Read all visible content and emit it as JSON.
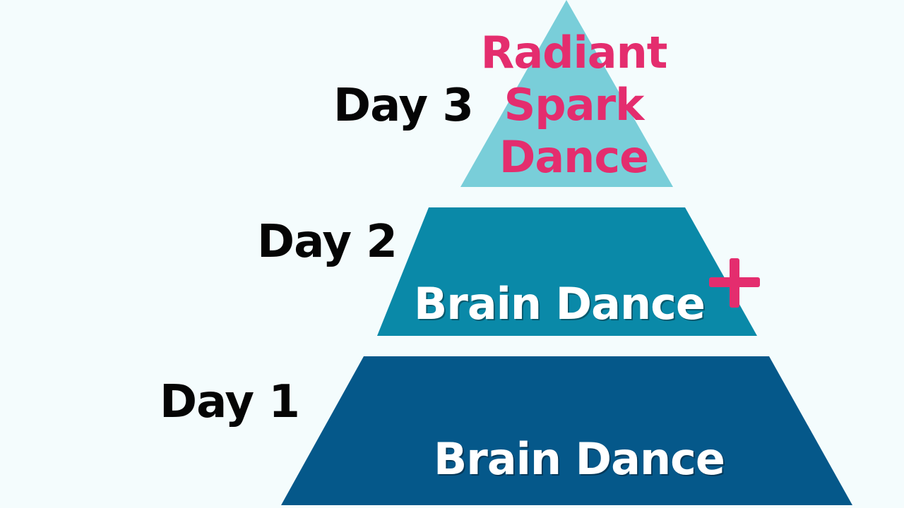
{
  "diagram": {
    "background": "#f4fcfd",
    "tiers": [
      {
        "day_label": "Day 3",
        "lines": [
          "Radiant",
          "Spark",
          "Dance"
        ],
        "fill": "#79ced9",
        "text_color": "#e42d6e"
      },
      {
        "day_label": "Day 2",
        "lines": [
          "Brain Dance"
        ],
        "fill": "#0a89a8",
        "text_color": "#ffffff",
        "badge": "plus-icon",
        "badge_color": "#e42d6e"
      },
      {
        "day_label": "Day 1",
        "lines": [
          "Brain Dance"
        ],
        "fill": "#05588a",
        "text_color": "#ffffff"
      }
    ]
  }
}
